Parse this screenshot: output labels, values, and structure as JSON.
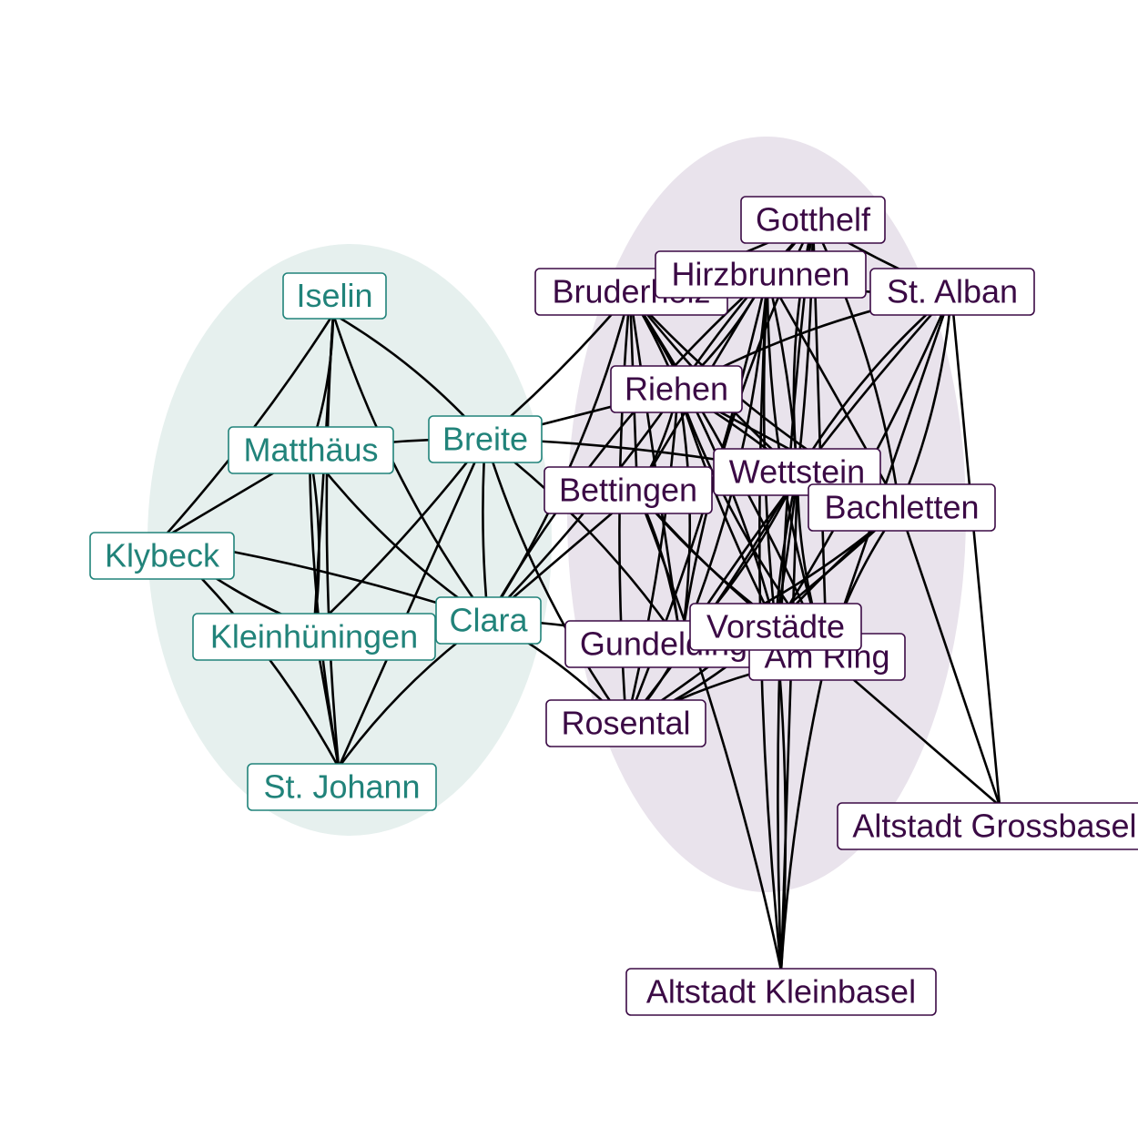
{
  "colors": {
    "group_a": "#21837a",
    "group_b": "#3b0a45",
    "group_a_fill": "#e6f0ee",
    "group_b_fill": "#e9e3ec",
    "edge": "#000000"
  },
  "groups": [
    {
      "id": "a",
      "color": "group_a",
      "fill": "group_a_fill"
    },
    {
      "id": "b",
      "color": "group_b",
      "fill": "group_b_fill"
    }
  ],
  "nodes": [
    {
      "id": "iselin",
      "label": "Iselin",
      "group": "a"
    },
    {
      "id": "matthaeus",
      "label": "Matthäus",
      "group": "a"
    },
    {
      "id": "breite",
      "label": "Breite",
      "group": "a"
    },
    {
      "id": "klybeck",
      "label": "Klybeck",
      "group": "a"
    },
    {
      "id": "kleinhueningen",
      "label": "Kleinhüningen",
      "group": "a"
    },
    {
      "id": "clara",
      "label": "Clara",
      "group": "a"
    },
    {
      "id": "stjohann",
      "label": "St. Johann",
      "group": "a"
    },
    {
      "id": "gotthelf",
      "label": "Gotthelf",
      "group": "b"
    },
    {
      "id": "bruderholz",
      "label": "Bruderholz",
      "group": "b"
    },
    {
      "id": "hirzbrunnen",
      "label": "Hirzbrunnen",
      "group": "b"
    },
    {
      "id": "stalban",
      "label": "St. Alban",
      "group": "b"
    },
    {
      "id": "riehen",
      "label": "Riehen",
      "group": "b"
    },
    {
      "id": "bettingen",
      "label": "Bettingen",
      "group": "b"
    },
    {
      "id": "wettstein",
      "label": "Wettstein",
      "group": "b"
    },
    {
      "id": "bachletten",
      "label": "Bachletten",
      "group": "b"
    },
    {
      "id": "gundeldingen",
      "label": "Gundeldingen",
      "group": "b"
    },
    {
      "id": "amring",
      "label": "Am Ring",
      "group": "b"
    },
    {
      "id": "vorstaedte",
      "label": "Vorstädte",
      "group": "b"
    },
    {
      "id": "rosental",
      "label": "Rosental",
      "group": "b"
    },
    {
      "id": "altgross",
      "label": "Altstadt Grossbasel",
      "group": "b"
    },
    {
      "id": "altklein",
      "label": "Altstadt Kleinbasel",
      "group": "b"
    }
  ],
  "edges": [
    [
      "iselin",
      "breite"
    ],
    [
      "iselin",
      "klybeck"
    ],
    [
      "iselin",
      "kleinhueningen"
    ],
    [
      "iselin",
      "stjohann"
    ],
    [
      "iselin",
      "clara"
    ],
    [
      "iselin",
      "matthaeus"
    ],
    [
      "matthaeus",
      "breite"
    ],
    [
      "matthaeus",
      "klybeck"
    ],
    [
      "matthaeus",
      "stjohann"
    ],
    [
      "matthaeus",
      "clara"
    ],
    [
      "matthaeus",
      "kleinhueningen"
    ],
    [
      "breite",
      "kleinhueningen"
    ],
    [
      "breite",
      "stjohann"
    ],
    [
      "breite",
      "clara"
    ],
    [
      "breite",
      "rosental"
    ],
    [
      "breite",
      "gundeldingen"
    ],
    [
      "breite",
      "wettstein"
    ],
    [
      "breite",
      "riehen"
    ],
    [
      "breite",
      "bruderholz"
    ],
    [
      "klybeck",
      "kleinhueningen"
    ],
    [
      "klybeck",
      "stjohann"
    ],
    [
      "klybeck",
      "clara"
    ],
    [
      "kleinhueningen",
      "stjohann"
    ],
    [
      "kleinhueningen",
      "clara"
    ],
    [
      "clara",
      "stjohann"
    ],
    [
      "clara",
      "rosental"
    ],
    [
      "clara",
      "gundeldingen"
    ],
    [
      "clara",
      "bettingen"
    ],
    [
      "clara",
      "riehen"
    ],
    [
      "clara",
      "bruderholz"
    ],
    [
      "clara",
      "hirzbrunnen"
    ],
    [
      "gotthelf",
      "bruderholz"
    ],
    [
      "gotthelf",
      "hirzbrunnen"
    ],
    [
      "gotthelf",
      "stalban"
    ],
    [
      "gotthelf",
      "wettstein"
    ],
    [
      "gotthelf",
      "bachletten"
    ],
    [
      "gotthelf",
      "vorstaedte"
    ],
    [
      "gotthelf",
      "amring"
    ],
    [
      "gotthelf",
      "riehen"
    ],
    [
      "gotthelf",
      "gundeldingen"
    ],
    [
      "bruderholz",
      "hirzbrunnen"
    ],
    [
      "bruderholz",
      "riehen"
    ],
    [
      "bruderholz",
      "bettingen"
    ],
    [
      "bruderholz",
      "wettstein"
    ],
    [
      "bruderholz",
      "bachletten"
    ],
    [
      "bruderholz",
      "vorstaedte"
    ],
    [
      "bruderholz",
      "amring"
    ],
    [
      "bruderholz",
      "gundeldingen"
    ],
    [
      "bruderholz",
      "rosental"
    ],
    [
      "hirzbrunnen",
      "stalban"
    ],
    [
      "hirzbrunnen",
      "riehen"
    ],
    [
      "hirzbrunnen",
      "wettstein"
    ],
    [
      "hirzbrunnen",
      "bachletten"
    ],
    [
      "hirzbrunnen",
      "vorstaedte"
    ],
    [
      "hirzbrunnen",
      "amring"
    ],
    [
      "hirzbrunnen",
      "gundeldingen"
    ],
    [
      "hirzbrunnen",
      "rosental"
    ],
    [
      "hirzbrunnen",
      "bettingen"
    ],
    [
      "hirzbrunnen",
      "altklein"
    ],
    [
      "stalban",
      "wettstein"
    ],
    [
      "stalban",
      "bachletten"
    ],
    [
      "stalban",
      "vorstaedte"
    ],
    [
      "stalban",
      "amring"
    ],
    [
      "stalban",
      "gundeldingen"
    ],
    [
      "stalban",
      "riehen"
    ],
    [
      "riehen",
      "bettingen"
    ],
    [
      "riehen",
      "wettstein"
    ],
    [
      "riehen",
      "bachletten"
    ],
    [
      "riehen",
      "vorstaedte"
    ],
    [
      "riehen",
      "amring"
    ],
    [
      "riehen",
      "gundeldingen"
    ],
    [
      "riehen",
      "rosental"
    ],
    [
      "bettingen",
      "wettstein"
    ],
    [
      "bettingen",
      "vorstaedte"
    ],
    [
      "bettingen",
      "amring"
    ],
    [
      "bettingen",
      "gundeldingen"
    ],
    [
      "bettingen",
      "altklein"
    ],
    [
      "wettstein",
      "bachletten"
    ],
    [
      "wettstein",
      "vorstaedte"
    ],
    [
      "wettstein",
      "amring"
    ],
    [
      "wettstein",
      "gundeldingen"
    ],
    [
      "wettstein",
      "rosental"
    ],
    [
      "wettstein",
      "altklein"
    ],
    [
      "bachletten",
      "vorstaedte"
    ],
    [
      "bachletten",
      "amring"
    ],
    [
      "bachletten",
      "gundeldingen"
    ],
    [
      "bachletten",
      "rosental"
    ],
    [
      "bachletten",
      "altgross"
    ],
    [
      "gundeldingen",
      "amring"
    ],
    [
      "gundeldingen",
      "vorstaedte"
    ],
    [
      "gundeldingen",
      "rosental"
    ],
    [
      "amring",
      "vorstaedte"
    ],
    [
      "amring",
      "altgross"
    ],
    [
      "amring",
      "altklein"
    ],
    [
      "amring",
      "rosental"
    ],
    [
      "vorstaedte",
      "rosental"
    ],
    [
      "vorstaedte",
      "altklein"
    ],
    [
      "stalban",
      "altgross"
    ],
    [
      "gotthelf",
      "altklein"
    ]
  ]
}
